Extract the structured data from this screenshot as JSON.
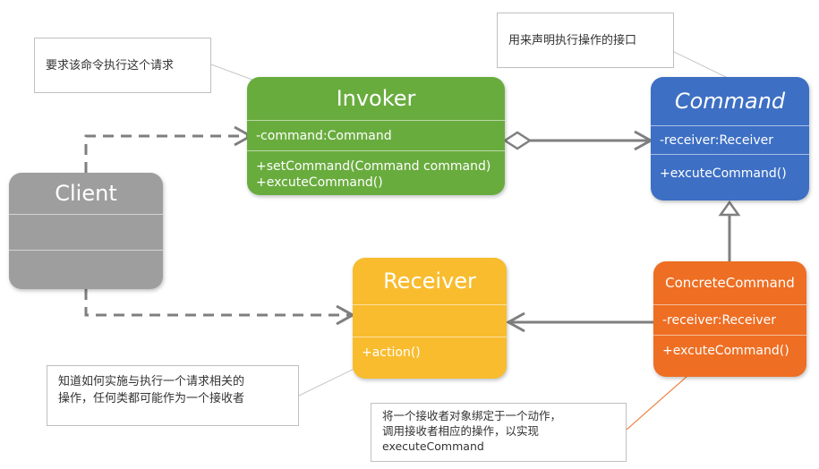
{
  "invoker": {
    "name": "Invoker",
    "attr": "-command:Command",
    "ops": [
      "+setCommand(Command command)",
      "+excuteCommand()"
    ]
  },
  "command": {
    "name": "Command",
    "attr": "-receiver:Receiver",
    "ops": [
      "+excuteCommand()"
    ]
  },
  "client": {
    "name": "Client"
  },
  "receiver": {
    "name": "Receiver",
    "ops": [
      "+action()"
    ]
  },
  "concrete": {
    "name": "ConcreteCommand",
    "attr": "-receiver:Receiver",
    "ops": [
      "+excuteCommand()"
    ]
  },
  "notes": {
    "invoker": "要求该命令执行这个请求",
    "command": "用来声明执行操作的接口",
    "receiver": [
      "知道如何实施与执行一个请求相关的",
      "操作，任何类都可能作为一个接收者"
    ],
    "concrete": [
      "将一个接收者对象绑定于一个动作，",
      "调用接收者相应的操作，以实现",
      "executeCommand"
    ]
  },
  "colors": {
    "invoker": "#69ac3e",
    "command": "#3d6fc4",
    "client": "#9e9e9e",
    "receiver": "#f8bc2e",
    "concrete": "#ee6e23",
    "connector": "#7f7f7f"
  }
}
